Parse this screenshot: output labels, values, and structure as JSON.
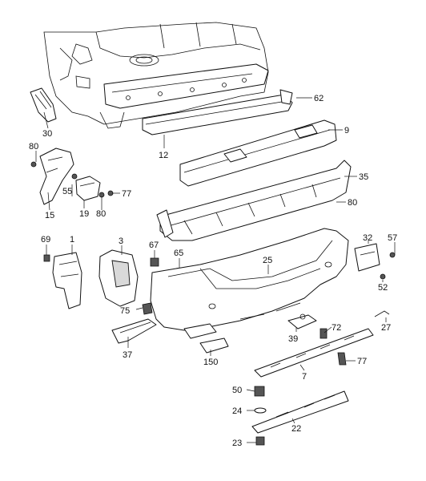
{
  "callouts": {
    "c1": "1",
    "c3": "3",
    "c7": "7",
    "c9": "9",
    "c12": "12",
    "c15": "15",
    "c19": "19",
    "c22": "22",
    "c23": "23",
    "c24": "24",
    "c25": "25",
    "c27": "27",
    "c30": "30",
    "c32": "32",
    "c35": "35",
    "c37": "37",
    "c39": "39",
    "c50": "50",
    "c52": "52",
    "c55": "55",
    "c57": "57",
    "c62": "62",
    "c65": "65",
    "c67": "67",
    "c69": "69",
    "c72": "72",
    "c75": "75",
    "c77a": "77",
    "c77b": "77",
    "c80a": "80",
    "c80b": "80",
    "c80c": "80",
    "c150": "150"
  }
}
